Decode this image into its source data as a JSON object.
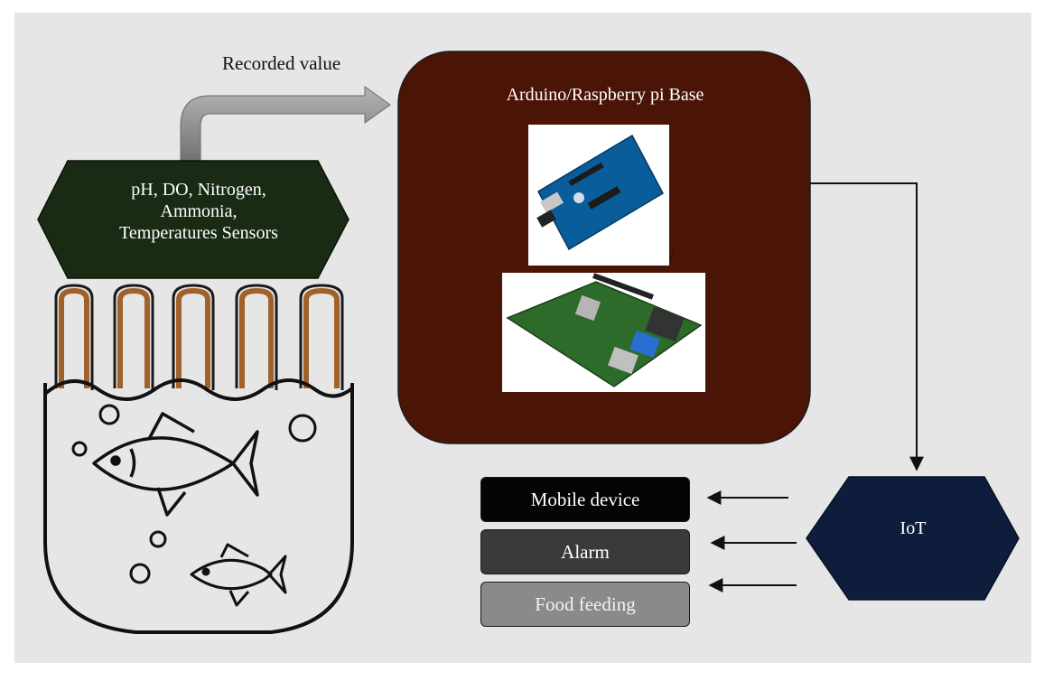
{
  "diagram": {
    "recorded_value": "Recorded value",
    "sensors": {
      "line1": "pH, DO, Nitrogen,",
      "line2": "Ammonia,",
      "line3": "Temperatures Sensors"
    },
    "base": {
      "title": "Arduino/Raspberry pi Base",
      "separator": "/"
    },
    "iot": "IoT",
    "outputs": [
      {
        "label": "Mobile device"
      },
      {
        "label": "Alarm"
      },
      {
        "label": "Food feeding"
      }
    ],
    "colors": {
      "sensor_fill": "#1a2b14",
      "base_fill": "#4a1506",
      "iot_fill": "#0f1d3d",
      "arrow_gray": "#8c8c8c",
      "background": "#e6e6e6"
    }
  }
}
